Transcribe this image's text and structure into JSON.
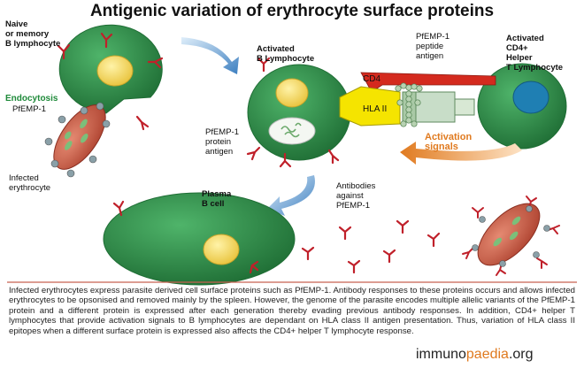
{
  "title": "Antigenic variation of erythrocyte surface proteins",
  "labels": {
    "naive_b": "Naive\nor memory\nB lymphocyte",
    "endocytosis": "Endocytosis",
    "pfemp1_left": "PfEMP-1",
    "infected_erythrocyte": "Infected\nerythrocyte",
    "activated_b": "Activated\nB Lymphocyte",
    "pfemp1_peptide": "PfEMP-1\npeptide\nantigen",
    "activated_t": "Activated\nCD4+\nHelper\nT Lymphocyte",
    "cd4": "CD4",
    "hla": "HLA II",
    "pfemp1_protein": "PfEMP-1\nprotein\nantigen",
    "activation_signals": "Activation\nsignals",
    "plasma_b": "Plasma\nB cell",
    "antibodies": "Antibodies\nagainst\nPfEMP-1"
  },
  "caption": "Infected erythrocytes express parasite derived cell surface proteins such as PfEMP-1. Antibody responses to these proteins occurs and allows infected erythrocytes to be opsonised and removed mainly by the spleen. However, the genome of the parasite encodes multiple allelic variants of the PfEMP-1 protein and a different protein is expressed after each generation thereby evading previous antibody responses. In addition, CD4+ helper T lymphocytes that provide activation signals to B lymphocytes are dependant on HLA class II antigen presentation. Thus, variation of HLA class II epitopes when a different surface protein is expressed also affects the CD4+ helper T lymphocyte response.",
  "logo": {
    "part1": "immuno",
    "part2": "paedia",
    "part3": ".org"
  },
  "colors": {
    "cell_green": "#2e8b4a",
    "nucleus_yellow": "#f2d34a",
    "t_nucleus": "#1f7fb3",
    "antibody_red": "#c0202a",
    "erythrocyte": "#c85a48",
    "arrow_blue": "#4a90c8",
    "signal_orange": "#e07a1f"
  }
}
